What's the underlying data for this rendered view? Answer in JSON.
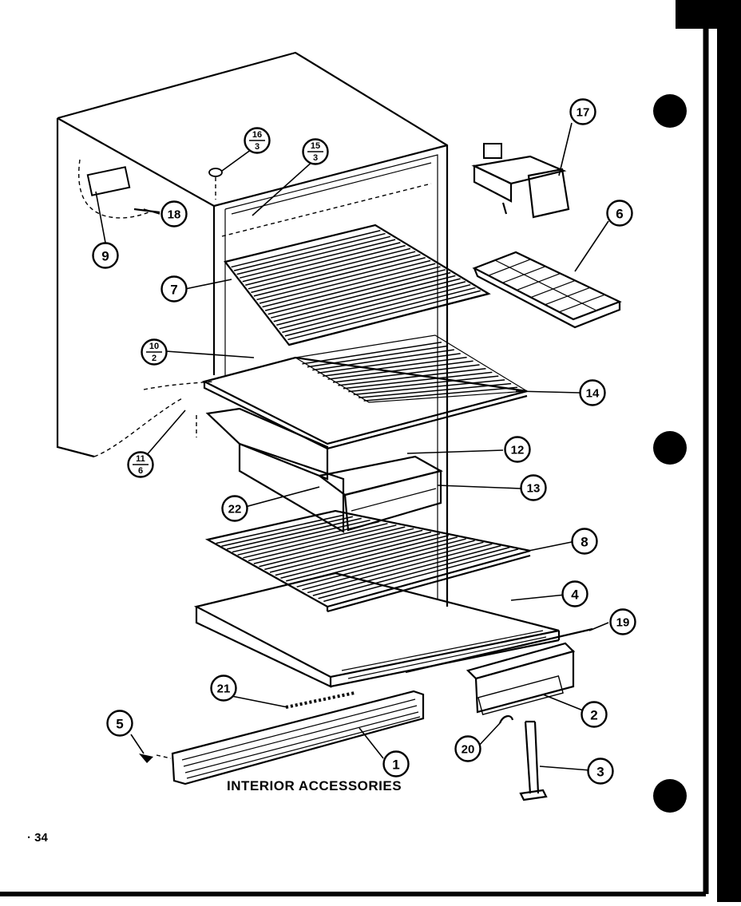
{
  "diagram": {
    "title": "INTERIOR ACCESSORIES",
    "page_number": "34",
    "callouts": [
      {
        "id": "c1",
        "label": "1"
      },
      {
        "id": "c2",
        "label": "2"
      },
      {
        "id": "c3",
        "label": "3"
      },
      {
        "id": "c4",
        "label": "4"
      },
      {
        "id": "c5",
        "label": "5"
      },
      {
        "id": "c6",
        "label": "6"
      },
      {
        "id": "c7",
        "label": "7"
      },
      {
        "id": "c8",
        "label": "8"
      },
      {
        "id": "c9",
        "label": "9"
      },
      {
        "id": "c12",
        "label": "12"
      },
      {
        "id": "c13",
        "label": "13"
      },
      {
        "id": "c14",
        "label": "14"
      },
      {
        "id": "c17",
        "label": "17"
      },
      {
        "id": "c18",
        "label": "18"
      },
      {
        "id": "c19",
        "label": "19"
      },
      {
        "id": "c20",
        "label": "20"
      },
      {
        "id": "c21",
        "label": "21"
      },
      {
        "id": "c22",
        "label": "22"
      }
    ],
    "fraction_callouts": [
      {
        "id": "f16",
        "top": "16",
        "bottom": "3"
      },
      {
        "id": "f15",
        "top": "15",
        "bottom": "3"
      },
      {
        "id": "f10",
        "top": "10",
        "bottom": "2"
      },
      {
        "id": "f11",
        "top": "11",
        "bottom": "6"
      }
    ]
  }
}
